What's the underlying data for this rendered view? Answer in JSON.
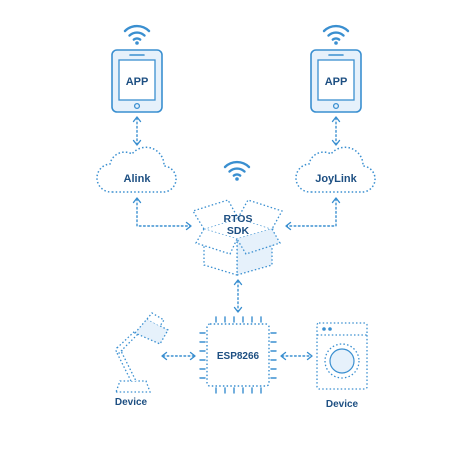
{
  "colors": {
    "primary": "#3a8fd0",
    "fill": "#e6f1fb",
    "text": "#1d4f82"
  },
  "nodes": {
    "app_left": {
      "label": "APP",
      "icon": "smartphone-icon"
    },
    "app_right": {
      "label": "APP",
      "icon": "smartphone-icon"
    },
    "cloud_left": {
      "label": "Alink",
      "icon": "cloud-icon"
    },
    "cloud_right": {
      "label": "JoyLink",
      "icon": "cloud-icon"
    },
    "sdk_box": {
      "label_line1": "RTOS",
      "label_line2": "SDK",
      "icon": "open-box-icon"
    },
    "chip": {
      "label": "ESP8266",
      "icon": "chip-icon"
    },
    "device_lamp": {
      "label": "Device",
      "icon": "desk-lamp-icon"
    },
    "device_washer": {
      "label": "Device",
      "icon": "washing-machine-icon"
    }
  },
  "wifi_icons": [
    "wifi-icon",
    "wifi-icon",
    "wifi-icon"
  ]
}
